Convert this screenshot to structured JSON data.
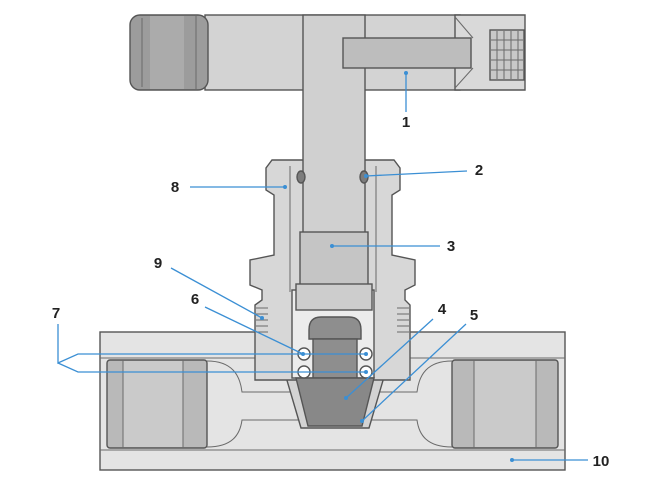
{
  "colors": {
    "callout": "#3b8fd4",
    "outline": "#555555",
    "label": "#222222"
  },
  "callouts": [
    {
      "label": "1"
    },
    {
      "label": "2"
    },
    {
      "label": "3"
    },
    {
      "label": "4"
    },
    {
      "label": "5"
    },
    {
      "label": "6"
    },
    {
      "label": "7"
    },
    {
      "label": "8"
    },
    {
      "label": "9"
    },
    {
      "label": "10"
    }
  ]
}
